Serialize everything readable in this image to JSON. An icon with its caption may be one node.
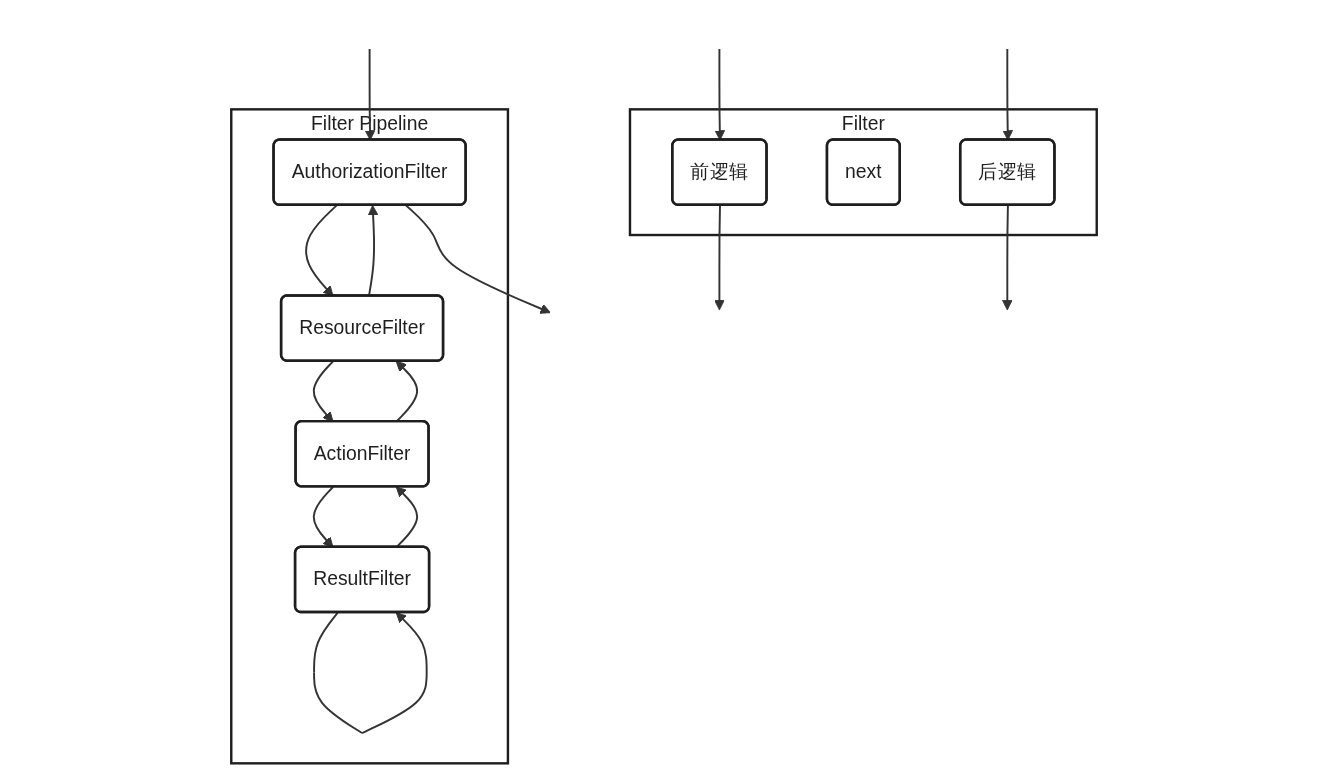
{
  "diagram": {
    "nodes": [
      {
        "text": [
          "Filter Pipeline"
        ]
      },
      {
        "text": [
          "AuthorizationFilter"
        ],
        "in": 0
      },
      {
        "text": [
          "ResourceFilter"
        ],
        "in": 0
      },
      {
        "text": [
          "ActionFilter"
        ],
        "in": 0
      },
      {
        "text": [
          "ResultFilter"
        ],
        "in": 0
      },
      {
        "text": [
          "Filter"
        ]
      },
      {
        "text": [
          "前逻辑"
        ],
        "in": 5
      },
      {
        "text": [
          "next"
        ],
        "in": 5
      },
      {
        "text": [
          "后逻辑"
        ],
        "in": 5
      }
    ],
    "edges": [
      {
        "from": null,
        "to": 1,
        "arrow": "to"
      },
      {
        "from": 1,
        "to": null,
        "arrow": "to"
      },
      {
        "from": 1,
        "to": 2,
        "arrow": "to"
      },
      {
        "from": 2,
        "to": 1,
        "arrow": "to"
      },
      {
        "from": 2,
        "to": 3,
        "arrow": "to"
      },
      {
        "from": 3,
        "to": 2,
        "arrow": "to"
      },
      {
        "from": 3,
        "to": 4,
        "arrow": "to"
      },
      {
        "from": 4,
        "to": 3,
        "arrow": "to"
      },
      {
        "from": 4,
        "to": 4,
        "arrow": "to"
      },
      {
        "from": null,
        "to": 6,
        "arrow": "to"
      },
      {
        "from": 6,
        "to": null,
        "arrow": "to"
      },
      {
        "from": null,
        "to": 8,
        "arrow": "to"
      },
      {
        "from": 8,
        "to": null,
        "arrow": "to"
      }
    ]
  }
}
